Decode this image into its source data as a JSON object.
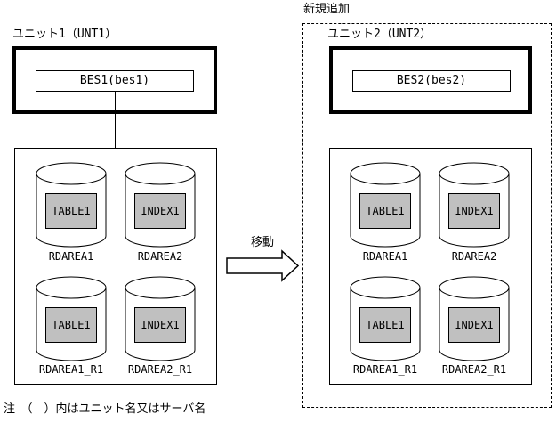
{
  "diagram": {
    "new_addition_label": "新規追加",
    "move_label": "移動",
    "note": "注　（　）内はユニット名又はサーバ名",
    "units": [
      {
        "label": "ユニット1（UNT1）",
        "server": "BES1(bes1)",
        "rdareas": [
          {
            "object": "TABLE1",
            "label": "RDAREA1"
          },
          {
            "object": "INDEX1",
            "label": "RDAREA2"
          },
          {
            "object": "TABLE1",
            "label": "RDAREA1_R1"
          },
          {
            "object": "INDEX1",
            "label": "RDAREA2_R1"
          }
        ]
      },
      {
        "label": "ユニット2（UNT2）",
        "server": "BES2(bes2)",
        "rdareas": [
          {
            "object": "TABLE1",
            "label": "RDAREA1"
          },
          {
            "object": "INDEX1",
            "label": "RDAREA2"
          },
          {
            "object": "TABLE1",
            "label": "RDAREA1_R1"
          },
          {
            "object": "INDEX1",
            "label": "RDAREA2_R1"
          }
        ]
      }
    ],
    "colors": {
      "line": "#000000",
      "object_fill": "#c0c0c0",
      "background": "#ffffff"
    }
  }
}
